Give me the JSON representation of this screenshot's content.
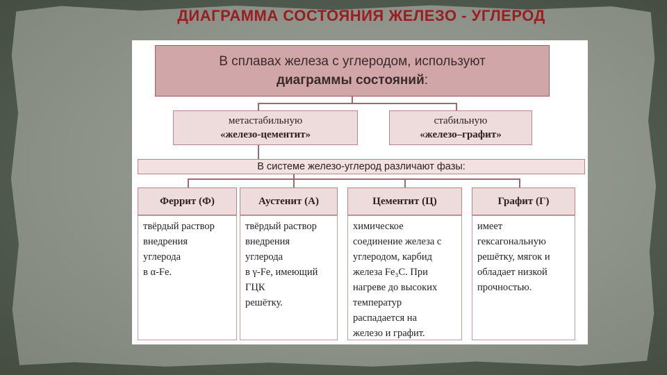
{
  "title": "ДИАГРАММА  СОСТОЯНИЯ  ЖЕЛЕЗО - УГЛЕРОД",
  "top_box": {
    "line1": "В сплавах железа с углеродом, используют",
    "line2_bold": "диаграммы состояний",
    "line2_tail": ":"
  },
  "diagram_types": [
    {
      "line1": "метастабильную",
      "line2": "«железо-цементит»"
    },
    {
      "line1": "стабильную",
      "line2": "«железо–графит»"
    }
  ],
  "phases_bar": "В системе железо-углерод различают фазы:",
  "phases": [
    {
      "name": "Феррит (Ф)",
      "lines": [
        "твёрдый раствор",
        "внедрения",
        "углерода",
        "в α-Fe."
      ]
    },
    {
      "name": "Аустенит (А)",
      "lines": [
        "твёрдый раствор",
        "внедрения",
        "углерода",
        "в γ-Fe, имеющий",
        "ГЦК",
        "решётку."
      ]
    },
    {
      "name": "Цементит (Ц)",
      "lines": [
        "химическое",
        "соединение железа с",
        "углеродом, карбид",
        "железа Fe₃C. При",
        "нагреве до высоких",
        "температур",
        "распадается на",
        "железо и графит."
      ]
    },
    {
      "name": "Графит (Г)",
      "lines": [
        "имеет",
        "гексагональную",
        "решётку, мягок и",
        "обладает низкой",
        "прочностью."
      ]
    }
  ],
  "colors": {
    "title": "#9b1d22",
    "top_box_fill": "#d1a6a9",
    "box_fill": "#eedbdc",
    "connector": "#a0686c"
  }
}
